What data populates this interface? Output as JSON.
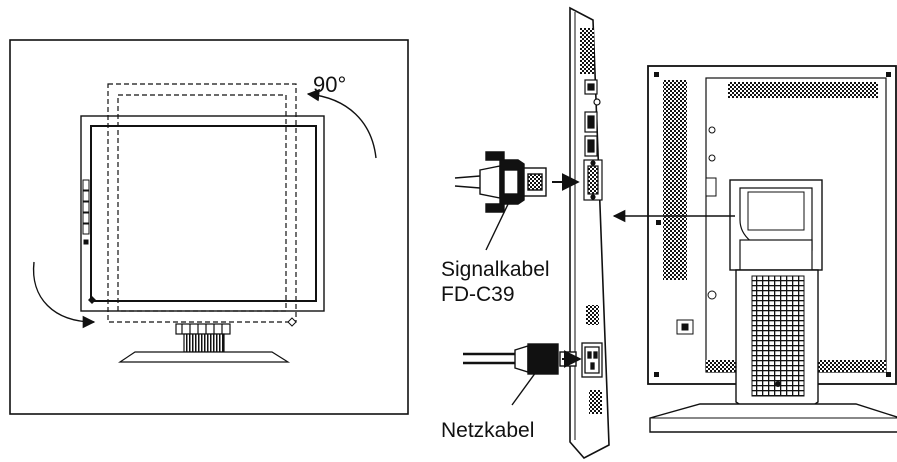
{
  "rotation": {
    "angle_label": "90°"
  },
  "cables": {
    "signal_name": "Signalkabel",
    "signal_model": "FD-C39",
    "power_name": "Netzkabel"
  },
  "colors": {
    "ink": "#111111",
    "background": "#ffffff"
  }
}
